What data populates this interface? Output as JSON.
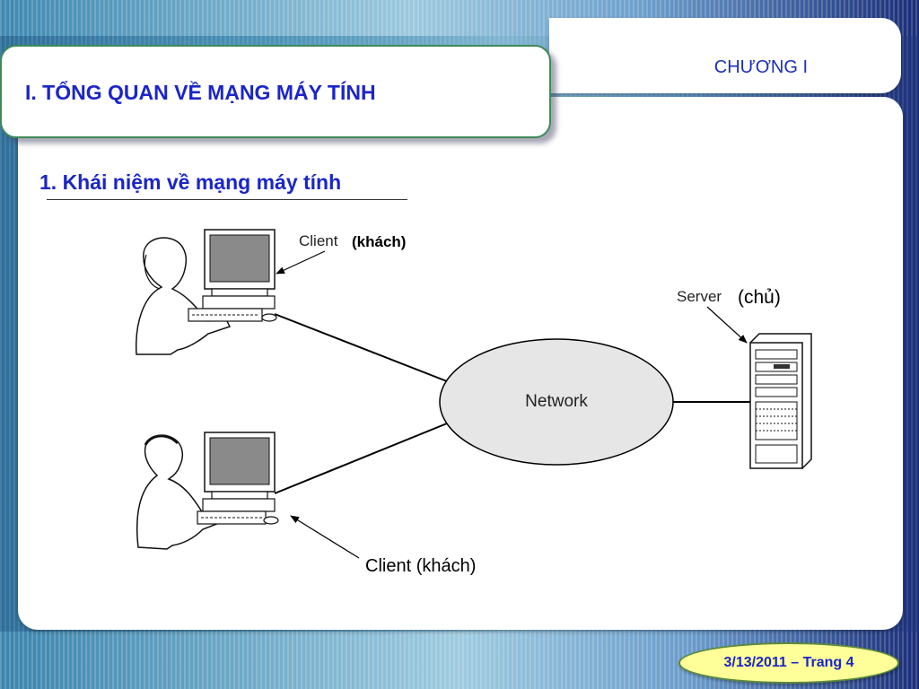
{
  "header": {
    "chapter": "CHƯƠNG I",
    "title": "I. TỔNG QUAN VỀ MẠNG MÁY TÍNH"
  },
  "section": {
    "heading": "1. Khái niệm về mạng máy tính"
  },
  "diagram": {
    "client_top_label": "Client",
    "client_top_sub": "(khách)",
    "server_label": "Server",
    "server_sub": "(chủ)",
    "network_label": "Network",
    "client_bottom_label": "Client (khách)"
  },
  "footer": {
    "date_page": "3/13/2011 – Trang 4"
  },
  "colors": {
    "title_blue": "#1b25c9",
    "network_fill": "#e6e6e6",
    "badge_fill": "#ffff99"
  }
}
